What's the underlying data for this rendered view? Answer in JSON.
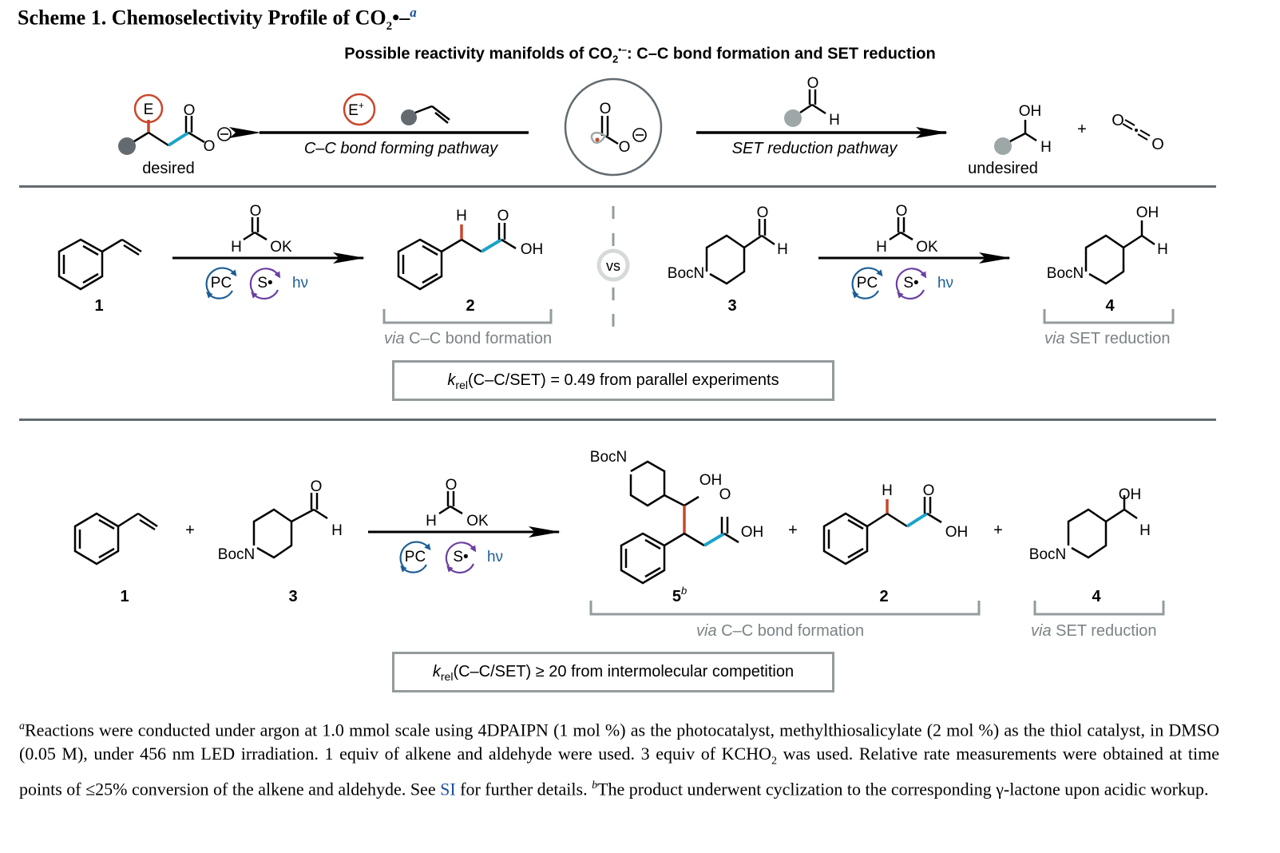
{
  "title": {
    "prefix": "Scheme 1. Chemoselectivity Profile of CO",
    "sub": "2",
    "radical_anion": "•–",
    "footnote_marker": "a"
  },
  "subtitle": {
    "prefix": "Possible reactivity manifolds of CO",
    "sub": "2",
    "sup": "•–",
    "suffix": ": C–C bond formation and SET reduction"
  },
  "top_panel": {
    "left_label": "desired",
    "right_label": "undesired",
    "left_arrow_label": "C–C bond forming pathway",
    "right_arrow_label": "SET reduction pathway",
    "electrophile_label": "E",
    "electrophile_cation_label": "E+",
    "plus": "+",
    "atoms": {
      "O": "O",
      "H": "H",
      "OH": "OH"
    }
  },
  "middle_panel": {
    "vs_label": "vs",
    "compounds": [
      "1",
      "2",
      "3",
      "4"
    ],
    "reagent": {
      "O": "O",
      "H": "H",
      "OK": "OK"
    },
    "catalysts": {
      "pc": "PC",
      "thiyl": "S•",
      "light": "hν"
    },
    "product_labels": {
      "oh": "OH",
      "h": "H",
      "o": "O",
      "bocn": "BocN"
    },
    "via_cc": {
      "via": "via",
      "rest": " C–C bond formation"
    },
    "via_set": {
      "via": "via",
      "rest": " SET reduction"
    },
    "krel": {
      "k": "k",
      "sub": "rel",
      "text": "(C–C/SET) = 0.49 from parallel experiments"
    }
  },
  "bottom_panel": {
    "compounds": [
      "1",
      "3",
      "5",
      "2",
      "4"
    ],
    "compound5_footnote": "b",
    "plus": "+",
    "via_cc": {
      "via": "via",
      "rest": " C–C bond formation"
    },
    "via_set": {
      "via": "via",
      "rest": " SET reduction"
    },
    "krel": {
      "k": "k",
      "sub": "rel",
      "text": "(C–C/SET) ≥ 20 from intermolecular competition"
    }
  },
  "footnote": {
    "a_marker": "a",
    "part1": "Reactions were conducted under argon at 1.0 mmol scale using 4DPAIPN (1 mol %) as the photocatalyst, methylthiosalicylate (2 mol %) as the thiol catalyst, in DMSO (0.05 M), under 456 nm LED irradiation. 1 equiv of alkene and aldehyde were used. 3 equiv of KCHO",
    "kcho_sub": "2",
    "part2": " was used. Relative rate measurements were obtained at time points of ≤25% conversion of the alkene and aldehyde. See ",
    "si_link": "SI",
    "part3": " for further details. ",
    "b_marker": "b",
    "part4": "The product underwent cyclization to the corresponding γ-lactone upon acidic workup."
  },
  "colors": {
    "red_bond": "#c9472b",
    "blue_bond": "#1aa3c8",
    "pc_cycle": "#1b5e96",
    "thiyl_cycle": "#6a3fa0",
    "gray_rule": "#616b70",
    "dark_ball": "#636b70",
    "light_ball": "#9ea7a8",
    "link_blue": "#1a4f9c"
  }
}
